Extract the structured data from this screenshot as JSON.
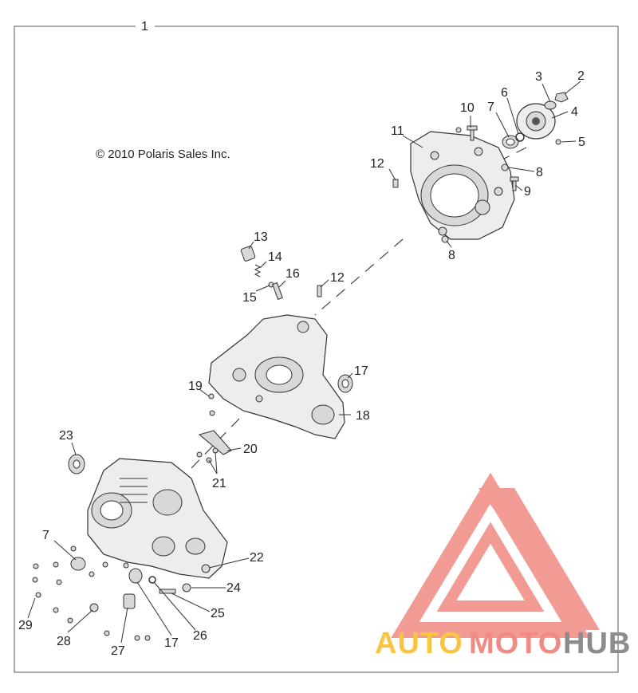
{
  "copyright": "© 2010 Polaris Sales Inc.",
  "callouts": {
    "c1": "1",
    "c2": "2",
    "c3": "3",
    "c4": "4",
    "c5": "5",
    "c6": "6",
    "c7a": "7",
    "c7b": "7",
    "c8a": "8",
    "c8b": "8",
    "c9": "9",
    "c10": "10",
    "c11": "11",
    "c12a": "12",
    "c12b": "12",
    "c13": "13",
    "c14": "14",
    "c15": "15",
    "c16": "16",
    "c17a": "17",
    "c17b": "17",
    "c18": "18",
    "c19": "19",
    "c20": "20",
    "c21": "21",
    "c22": "22",
    "c23": "23",
    "c24": "24",
    "c25": "25",
    "c26": "26",
    "c27": "27",
    "c28": "28",
    "c29": "29"
  },
  "watermark": {
    "word_auto": "AUTO",
    "word_moto": "MOTO",
    "word_hub": "HUB",
    "color_auto": "#f7c542",
    "color_moto": "#f08a82",
    "color_hub": "#8c8c8c",
    "logo_color": "#f08a82"
  }
}
